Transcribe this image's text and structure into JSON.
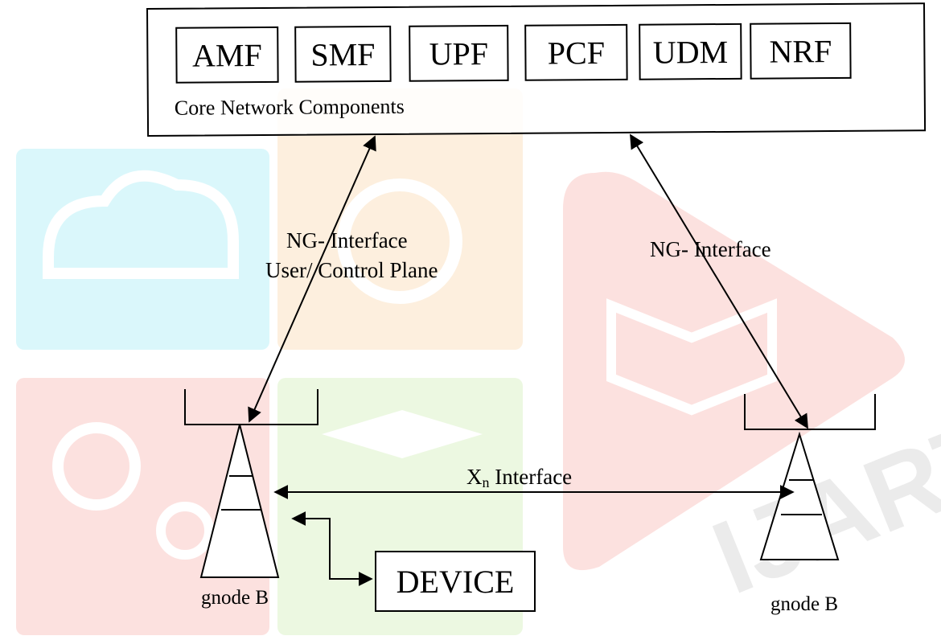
{
  "core": {
    "functions": [
      "AMF",
      "SMF",
      "UPF",
      "PCF",
      "UDM",
      "NRF"
    ],
    "caption": "Core Network Components"
  },
  "labels": {
    "ng_left_line1": "NG-  Interface",
    "ng_left_line2": "User/ Control Plane",
    "ng_right": "NG- Interface",
    "xn_main": "X",
    "xn_sub": "n",
    "xn_rest": " Interface",
    "gnode_left": "gnode B",
    "gnode_right": "gnode B",
    "device": "DEVICE"
  },
  "colors": {
    "line": "#000000",
    "watermark_cyan": "#1fd4e8",
    "watermark_orange": "#f5a33a",
    "watermark_red": "#f24b3c",
    "watermark_green": "#8fd84a",
    "watermark_grey": "#c8c8c8"
  },
  "watermark": {
    "text": "IJART"
  }
}
